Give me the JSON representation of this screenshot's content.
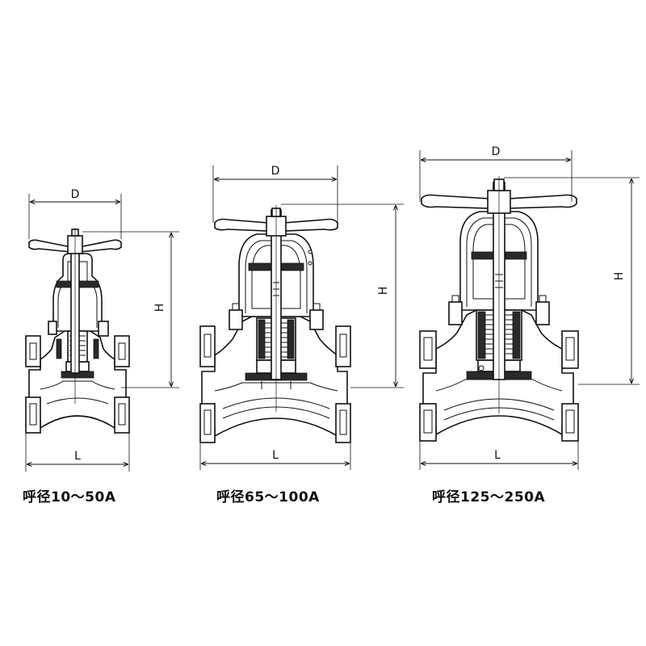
{
  "labels": {
    "width_dim": "D",
    "height_dim": "H",
    "length_dim": "L"
  },
  "valves": [
    {
      "caption": "呼径10〜50A"
    },
    {
      "caption": "呼径65〜100A"
    },
    {
      "caption": "呼径125〜250A"
    }
  ]
}
